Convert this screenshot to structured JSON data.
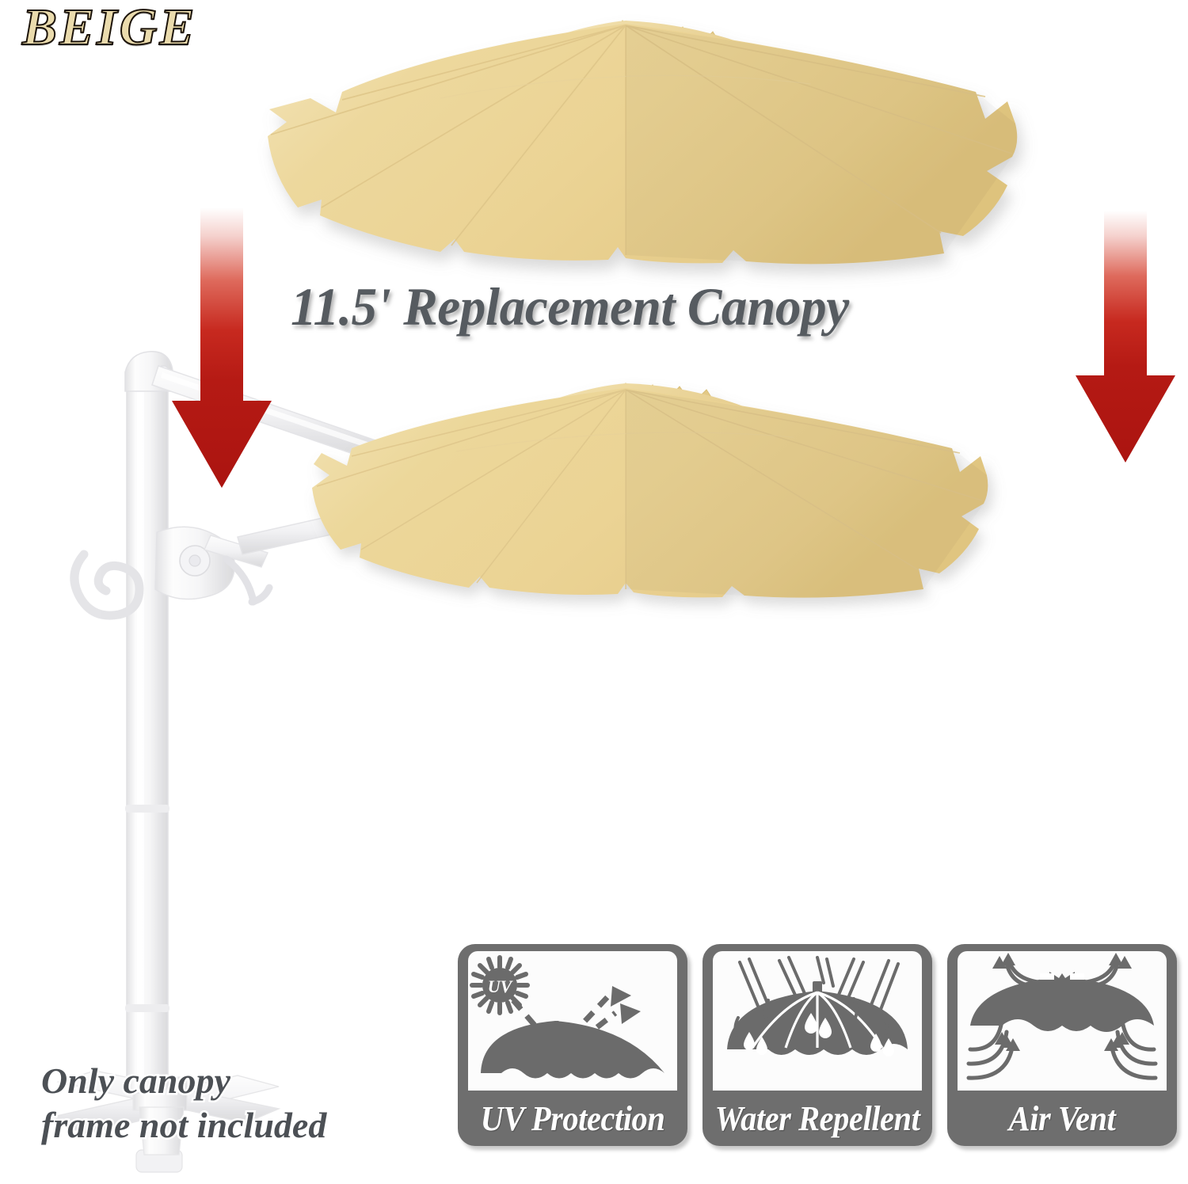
{
  "product": {
    "color_label": "BEIGE",
    "title": "11.5' Replacement Canopy",
    "disclaimer": "Only canopy\nframe not included",
    "size": "11.5'",
    "item_type": "Replacement Canopy"
  },
  "colors": {
    "canopy_beige": "#EBD394",
    "canopy_beige_light": "#F0DFAE",
    "canopy_beige_dark": "#E0C683",
    "arrow_red": "#B51A14",
    "arrow_red_light": "#D73A2E",
    "badge_gray": "#6E6E6E",
    "title_gray": "#565B60",
    "frame_white": "#F4F4F5",
    "background": "#FFFFFF",
    "word_fill": "#EADBAD",
    "word_outline": "#1B1208"
  },
  "features": [
    {
      "id": "uv-protection",
      "label": "UV Protection",
      "icon": "uv-sun-umbrella-icon",
      "badge_text": "UV"
    },
    {
      "id": "water-repellent",
      "label": "Water Repellent",
      "icon": "rain-umbrella-droplets-icon"
    },
    {
      "id": "air-vent",
      "label": "Air Vent",
      "icon": "airflow-vent-umbrella-icon"
    }
  ],
  "arrows": [
    {
      "id": "left-install-arrow",
      "direction": "down"
    },
    {
      "id": "right-install-arrow",
      "direction": "down"
    }
  ],
  "illustration": {
    "canopy_top": "detached-beige-octagonal-canopy",
    "canopy_bottom": "beige-canopy-mounted-on-frame",
    "frame": "cantilever-offset-umbrella-frame-faded",
    "ribs": 8
  }
}
